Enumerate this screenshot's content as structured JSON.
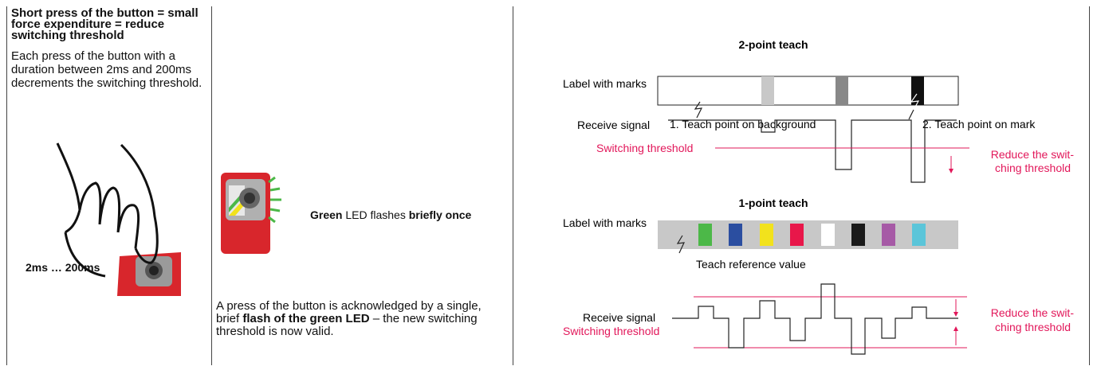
{
  "left": {
    "heading": "Short press of the button = small force expenditure = reduce switching threshold",
    "body": "Each press of the button with a duration between 2ms and 200ms decrements the switching threshold.",
    "press_label": "2ms … 200ms"
  },
  "middle": {
    "led_bold1": "Green",
    "led_mid": " LED flashes ",
    "led_bold2": "briefly once",
    "ack_pre": "A press of the button is acknowledged by a single, brief ",
    "ack_bold": "flash of the green LED",
    "ack_post": " – the new switching threshold is now valid."
  },
  "diagram": {
    "two_point": {
      "title": "2-point teach",
      "label": "Label with marks",
      "teach1": "1. Teach point on background",
      "teach2": "2. Teach point on mark",
      "receive": "Receive signal",
      "threshold": "Switching threshold",
      "reduce": "Reduce the swit-",
      "reduce2": "ching threshold"
    },
    "one_point": {
      "title": "1-point teach",
      "label": "Label with marks",
      "teach": "Teach reference value",
      "receive": "Receive signal",
      "threshold": "Switching threshold",
      "reduce": "Reduce the swit-",
      "reduce2": "ching threshold"
    },
    "mark_colors": [
      "#4cb848",
      "#2b4ea0",
      "#f2e21c",
      "#e8174a",
      "#ffffff",
      "#1a1a1a",
      "#a65aa6",
      "#5bc5d9"
    ],
    "accent_color": "#e2175a"
  }
}
